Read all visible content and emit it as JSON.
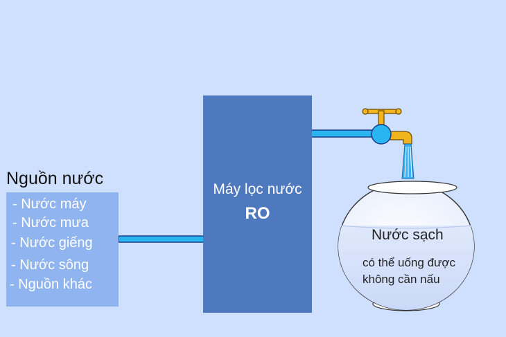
{
  "source": {
    "title": "Nguồn nước",
    "items": [
      "- Nước máy",
      "- Nước mưa",
      "- Nước giếng",
      "- Nước sông",
      "- Nguồn khác"
    ]
  },
  "machine": {
    "name": "Máy lọc nước",
    "model": "RO"
  },
  "result": {
    "label": "Nước sạch",
    "notes": [
      "có thể uống được",
      "không cần nấu"
    ]
  },
  "colors": {
    "background": "#cfe0ff",
    "source_box": "#8fb4f0",
    "machine": "#4f79bf",
    "pipe": "#29b6f0",
    "faucet": "#f2b41c",
    "water_stream": "#3ab0f0"
  }
}
